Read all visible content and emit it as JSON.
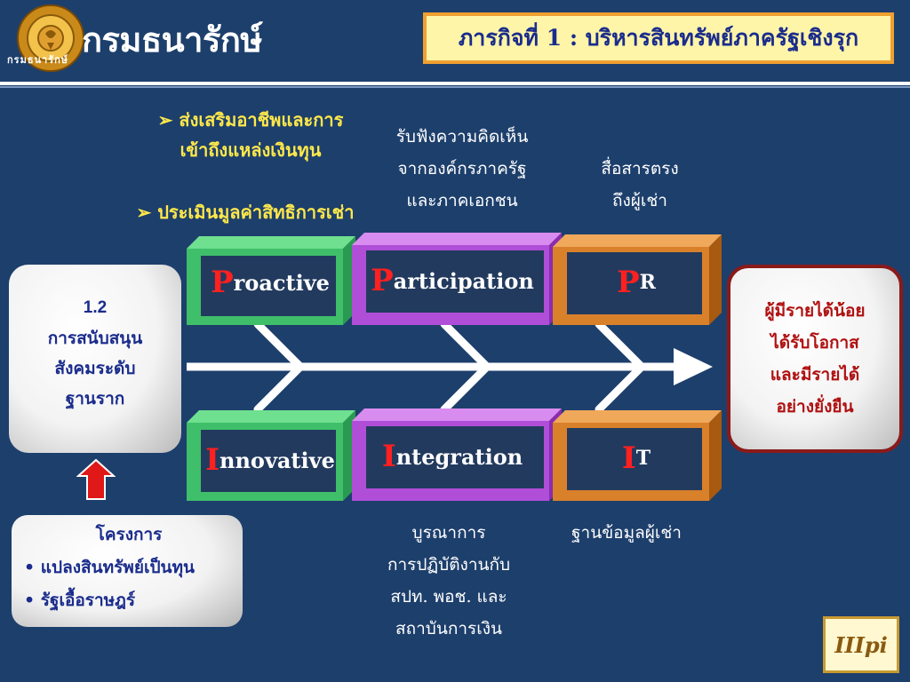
{
  "header": {
    "dept_title": "กรมธนารักษ์",
    "mission": "ภารกิจที่ 1 : บริหารสินทรัพย์ภาครัฐเชิงรุก"
  },
  "top_notes": {
    "bullet_1_line_1": "➢ ส่งเสริมอาชีพและการ",
    "bullet_1_line_2": "เข้าถึงแหล่งเงินทุน",
    "bullet_2": "➢ ประเมินมูลค่าสิทธิการเช่า",
    "participation_note": [
      "รับฟังความคิดเห็น",
      "จากองค์กรภาครัฐ",
      "และภาคเอกชน"
    ],
    "pr_note": [
      "สื่อสารตรง",
      "ถึงผู้เช่า"
    ]
  },
  "bottom_notes": {
    "integration_note": [
      "บูรณาการ",
      "การปฏิบัติงานกับ",
      "สปท. พอช. และ",
      "สถาบันการเงิน"
    ],
    "it_note": "ฐานข้อมูลผู้เช่า"
  },
  "left_card": {
    "number": "1.2",
    "lines": [
      "การสนับสนุน",
      "สังคมระดับ",
      "ฐานราก"
    ]
  },
  "right_card": {
    "lines": [
      "ผู้มีรายได้น้อย",
      "ได้รับโอกาส",
      "และมีรายได้",
      "อย่างยั่งยืน"
    ]
  },
  "project_card": {
    "title": "โครงการ",
    "items": [
      "• แปลงสินทรัพย์เป็นทุน",
      "• รัฐเอื้อราษฎร์"
    ]
  },
  "boxes": {
    "proactive": {
      "initial": "P",
      "rest": "roactive"
    },
    "participation": {
      "initial": "P",
      "rest": "articipation"
    },
    "pr": {
      "initial": "P",
      "rest": "R"
    },
    "innovative": {
      "initial": "I",
      "rest": "nnovative"
    },
    "integration": {
      "initial": "I",
      "rest": "ntegration"
    },
    "it": {
      "initial": "I",
      "rest": "T"
    }
  },
  "logo": {
    "ring_text": "กรมธนารักษ์"
  },
  "brand": {
    "text": "IIIpi"
  },
  "colors": {
    "background": "#1d3f6c",
    "proactive_green": "#3fbf6a",
    "participation_purple": "#b04ed8",
    "pr_orange": "#d9802a",
    "box_face": "#223a5e",
    "accent_red": "#ff2020"
  },
  "icons": [
    "department-seal-icon",
    "up-arrow-icon",
    "fishbone-arrow-icon",
    "brand-logo-icon"
  ]
}
